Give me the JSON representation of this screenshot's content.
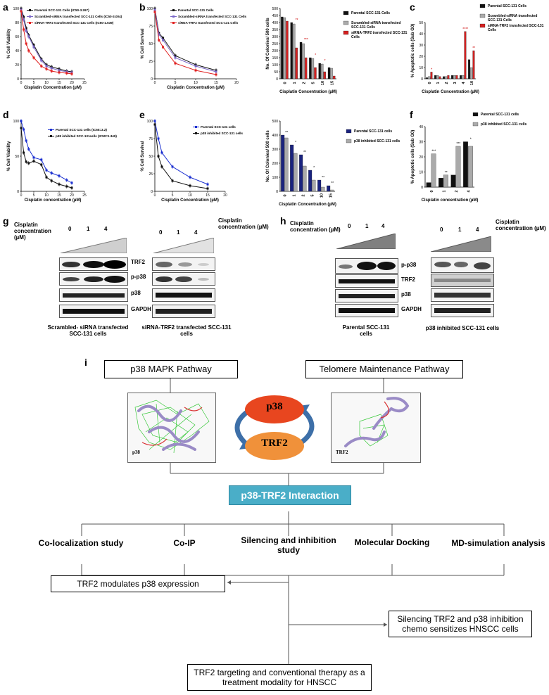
{
  "panel_letters": {
    "a": "a",
    "b": "b",
    "c": "c",
    "d": "d",
    "e": "e",
    "f": "f",
    "g": "g",
    "h": "h",
    "i": "i"
  },
  "chart_data": [
    {
      "type": "line",
      "id": "a",
      "xlabel": "Cisplatin Concentration (µM)",
      "ylabel": "% Cell Viability",
      "xlim": [
        0,
        25
      ],
      "ylim": [
        0,
        100
      ],
      "xticks": [
        0,
        5,
        10,
        15,
        20,
        25
      ],
      "yticks": [
        0,
        20,
        40,
        60,
        80,
        100
      ],
      "series": [
        {
          "name": "Parental SCC-131 Cells (IC50-3.267)",
          "color": "#111111",
          "x": [
            0,
            1,
            2,
            3,
            5,
            8,
            10,
            12,
            15,
            18,
            20
          ],
          "y": [
            100,
            88,
            72,
            62,
            48,
            28,
            20,
            17,
            14,
            11,
            10
          ]
        },
        {
          "name": "Scrambled-siRNA transfected SCC-131 Cells (IC50-3.004)",
          "color": "#7b68c8",
          "x": [
            0,
            1,
            2,
            3,
            5,
            8,
            10,
            12,
            15,
            18,
            20
          ],
          "y": [
            98,
            84,
            68,
            60,
            45,
            26,
            18,
            15,
            12,
            10,
            9
          ]
        },
        {
          "name": "siRNA-TRF2 transfected SCC-131 Cells (IC50-1.639)",
          "color": "#e02020",
          "x": [
            0,
            1,
            2,
            3,
            5,
            8,
            10,
            12,
            15,
            18,
            20
          ],
          "y": [
            96,
            70,
            50,
            40,
            30,
            18,
            14,
            11,
            9,
            8,
            7
          ]
        }
      ]
    },
    {
      "type": "line",
      "id": "b1",
      "xlabel": "Cisplatin Concentration (µM)",
      "ylabel": "% Cell Survival",
      "xlim": [
        0,
        20
      ],
      "ylim": [
        0,
        100
      ],
      "xticks": [
        0,
        5,
        10,
        15,
        20
      ],
      "yticks": [
        0,
        25,
        50,
        75,
        100
      ],
      "series": [
        {
          "name": "Parental SCC-131 Cells",
          "color": "#111111",
          "x": [
            0,
            1,
            2,
            5,
            10,
            15
          ],
          "y": [
            100,
            65,
            58,
            33,
            20,
            12
          ]
        },
        {
          "name": "Scrambled-siRNA transfected SCC-131 Cells",
          "color": "#7b68c8",
          "x": [
            0,
            1,
            2,
            5,
            10,
            15
          ],
          "y": [
            98,
            63,
            55,
            30,
            18,
            10
          ]
        },
        {
          "name": "siRNA-TRF2 transfected SCC-131 Cells",
          "color": "#e02020",
          "x": [
            0,
            1,
            2,
            5,
            10,
            15
          ],
          "y": [
            95,
            55,
            45,
            22,
            12,
            6
          ]
        }
      ]
    },
    {
      "type": "bar",
      "id": "b2",
      "xlabel": "Cisplatin Concentration (µM)",
      "ylabel": "No. Of Colonies/ 500 cells",
      "categories": [
        "0",
        "1",
        "2",
        "5",
        "10",
        "15"
      ],
      "ylim": [
        0,
        500
      ],
      "yticks": [
        0,
        50,
        100,
        150,
        200,
        250,
        300,
        350,
        400,
        450,
        500
      ],
      "series": [
        {
          "name": "Parental SCC-131 Cells",
          "color": "#111111",
          "values": [
            440,
            400,
            260,
            150,
            110,
            80
          ]
        },
        {
          "name": "Scrambled-siRNA transfected SCC-131 Cells",
          "color": "#aaaaaa",
          "values": [
            435,
            390,
            250,
            145,
            105,
            75
          ]
        },
        {
          "name": "siRNA-TRF2 transfected SCC-131 Cells",
          "color": "#d42020",
          "values": [
            410,
            220,
            150,
            80,
            50,
            20
          ]
        }
      ],
      "annotations": [
        "**",
        "***",
        "*",
        "*"
      ]
    },
    {
      "type": "bar",
      "id": "c",
      "xlabel": "Cisplatin Concentration (µM)",
      "ylabel": "% Apoptotic cells (Sub G0)",
      "categories": [
        "0",
        "1",
        "2",
        "3",
        "4",
        "10"
      ],
      "ylim": [
        0,
        50
      ],
      "yticks": [
        0,
        10,
        20,
        30,
        40,
        50
      ],
      "series": [
        {
          "name": "Parental SCC-131 Cells",
          "color": "#111111",
          "values": [
            1,
            3,
            2,
            3,
            3,
            17
          ]
        },
        {
          "name": "Scrambled-siRNA transfected SCC-131 Cells",
          "color": "#aaaaaa",
          "values": [
            2,
            3,
            2,
            3,
            3,
            10
          ]
        },
        {
          "name": "siRNA-TRF2 transfected SCC-131 Cells",
          "color": "#d42020",
          "values": [
            6,
            2,
            3,
            3,
            42,
            25
          ]
        }
      ],
      "annotations": [
        "*",
        "****",
        "**"
      ]
    },
    {
      "type": "line",
      "id": "d",
      "xlabel": "Cisplatin concentration (µM)",
      "ylabel": "% Cell Viability",
      "xlim": [
        0,
        25
      ],
      "ylim": [
        0,
        100
      ],
      "xticks": [
        0,
        5,
        10,
        15,
        20,
        25
      ],
      "yticks": [
        0,
        50,
        100
      ],
      "series": [
        {
          "name": "Parental SCC-131 cells (IC50=3.2)",
          "color": "#1a2fd0",
          "x": [
            0,
            1,
            2,
            3,
            5,
            8,
            10,
            12,
            15,
            18,
            20
          ],
          "y": [
            100,
            88,
            72,
            60,
            48,
            45,
            30,
            26,
            22,
            16,
            12
          ]
        },
        {
          "name": "p38 inhibited SCC-131cells (IC50=1.349)",
          "color": "#111111",
          "x": [
            0,
            1,
            2,
            3,
            5,
            8,
            10,
            12,
            15,
            18,
            20
          ],
          "y": [
            90,
            55,
            42,
            40,
            43,
            38,
            20,
            15,
            10,
            7,
            5
          ]
        }
      ]
    },
    {
      "type": "line",
      "id": "e1",
      "xlabel": "Cisplatin Concentration (µM)",
      "ylabel": "% Cell Survival",
      "xlim": [
        0,
        20
      ],
      "ylim": [
        0,
        100
      ],
      "xticks": [
        0,
        5,
        10,
        15,
        20
      ],
      "yticks": [
        0,
        25,
        50,
        75,
        100
      ],
      "series": [
        {
          "name": "Parental SCC-131 cells",
          "color": "#1a2fd0",
          "x": [
            0,
            1,
            2,
            5,
            10,
            15
          ],
          "y": [
            100,
            75,
            55,
            35,
            20,
            10
          ]
        },
        {
          "name": "p38 inhibited SCC-131 cells",
          "color": "#111111",
          "x": [
            0,
            1,
            2,
            5,
            10,
            15
          ],
          "y": [
            95,
            50,
            35,
            15,
            8,
            4
          ]
        }
      ]
    },
    {
      "type": "bar",
      "id": "e2",
      "xlabel": "Cisplatin Concentration (µM)",
      "ylabel": "No. Of Colonies/ 500 cells",
      "categories": [
        "0",
        "1",
        "2",
        "5",
        "10",
        "15"
      ],
      "ylim": [
        0,
        500
      ],
      "yticks": [
        0,
        100,
        200,
        300,
        400,
        500
      ],
      "series": [
        {
          "name": "Parental SCC-131 cells",
          "color": "#1a237e",
          "values": [
            400,
            330,
            260,
            150,
            80,
            40
          ]
        },
        {
          "name": "p38 inhibited SCC-131 cells",
          "color": "#aaaaaa",
          "values": [
            380,
            270,
            180,
            80,
            30,
            10
          ]
        }
      ],
      "annotations": [
        "**",
        "*",
        "**",
        "*",
        "**",
        "**"
      ]
    },
    {
      "type": "bar",
      "id": "f",
      "xlabel": "Cisplatin concentration (µM)",
      "ylabel": "% Apoptotic cells (Sub G0)",
      "categories": [
        "0",
        "1",
        "2",
        "4"
      ],
      "ylim": [
        0,
        40
      ],
      "yticks": [
        0,
        10,
        20,
        30,
        40
      ],
      "series": [
        {
          "name": "Parental SCC-131 cells",
          "color": "#111111",
          "values": [
            3,
            6,
            8,
            30
          ]
        },
        {
          "name": "p38 inhibited SCC-131 cells",
          "color": "#aaaaaa",
          "values": [
            22,
            8,
            27,
            27
          ]
        }
      ],
      "annotations": [
        "***",
        "**",
        "***",
        "*"
      ]
    }
  ],
  "blots": {
    "cisplatin_label": "Cisplatin concentration (µM)",
    "doses": [
      "0",
      "1",
      "4"
    ],
    "g_left": {
      "bands": [
        "TRF2",
        "p-p38",
        "p38",
        "GAPDH"
      ],
      "caption": "Scrambled- siRNA transfected SCC-131 cells"
    },
    "g_right": {
      "caption": "siRNA-TRF2 transfected SCC-131 cells"
    },
    "h_left": {
      "bands": [
        "p-p38",
        "TRF2",
        "p38",
        "GAPDH"
      ],
      "caption": "Parental SCC-131 cells"
    },
    "h_right": {
      "caption": "p38 inhibited SCC-131 cells"
    }
  },
  "schema": {
    "left_pathway": "p38 MAPK Pathway",
    "right_pathway": "Telomere Maintenance Pathway",
    "left_struct_label": "p38",
    "right_struct_label": "TRF2",
    "p38_node": "p38",
    "trf2_node": "TRF2",
    "interaction": "p38-TRF2 Interaction",
    "studies": [
      "Co-localization study",
      "Co-IP",
      "Silencing and inhibition study",
      "Molecular Docking",
      "MD-simulation analysis"
    ],
    "result1": "TRF2 modulates p38 expression",
    "result2": "Silencing TRF2 and p38 inhibition chemo sensitizes HNSCC cells",
    "conclusion": "TRF2 targeting and conventional therapy as a treatment modality for HNSCC",
    "colors": {
      "interaction_bg": "#4aaec8",
      "p38_node": "#e8461f",
      "trf2_node": "#f0913a",
      "arrow": "#3d6fa8"
    }
  }
}
